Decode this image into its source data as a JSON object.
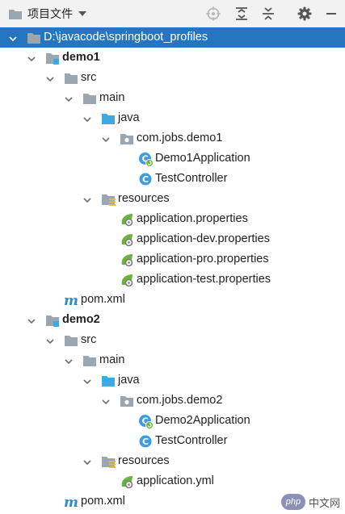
{
  "toolbar": {
    "title": "项目文件",
    "icons": [
      "folder-icon",
      "dropdown-arrow-icon",
      "locate-icon",
      "expand-all-icon",
      "collapse-all-icon",
      "gear-icon",
      "minimize-icon"
    ]
  },
  "tree": [
    {
      "label": "D:\\javacode\\springboot_profiles",
      "depth": 0,
      "chevron": "down",
      "icon": "folder",
      "selected": true,
      "bold": false
    },
    {
      "label": "demo1",
      "depth": 1,
      "chevron": "down",
      "icon": "module",
      "selected": false,
      "bold": true
    },
    {
      "label": "src",
      "depth": 2,
      "chevron": "down",
      "icon": "folder",
      "selected": false,
      "bold": false
    },
    {
      "label": "main",
      "depth": 3,
      "chevron": "down",
      "icon": "folder",
      "selected": false,
      "bold": false
    },
    {
      "label": "java",
      "depth": 4,
      "chevron": "down",
      "icon": "source-folder",
      "selected": false,
      "bold": false
    },
    {
      "label": "com.jobs.demo1",
      "depth": 5,
      "chevron": "down",
      "icon": "package",
      "selected": false,
      "bold": false
    },
    {
      "label": "Demo1Application",
      "depth": 6,
      "chevron": "none",
      "icon": "spring-class",
      "selected": false,
      "bold": false
    },
    {
      "label": "TestController",
      "depth": 6,
      "chevron": "none",
      "icon": "class",
      "selected": false,
      "bold": false
    },
    {
      "label": "resources",
      "depth": 4,
      "chevron": "down",
      "icon": "resources-folder",
      "selected": false,
      "bold": false
    },
    {
      "label": "application.properties",
      "depth": 5,
      "chevron": "none",
      "icon": "spring-config",
      "selected": false,
      "bold": false
    },
    {
      "label": "application-dev.properties",
      "depth": 5,
      "chevron": "none",
      "icon": "spring-config",
      "selected": false,
      "bold": false
    },
    {
      "label": "application-pro.properties",
      "depth": 5,
      "chevron": "none",
      "icon": "spring-config",
      "selected": false,
      "bold": false
    },
    {
      "label": "application-test.properties",
      "depth": 5,
      "chevron": "none",
      "icon": "spring-config",
      "selected": false,
      "bold": false
    },
    {
      "label": "pom.xml",
      "depth": 2,
      "chevron": "none",
      "icon": "maven",
      "selected": false,
      "bold": false
    },
    {
      "label": "demo2",
      "depth": 1,
      "chevron": "down",
      "icon": "module",
      "selected": false,
      "bold": true
    },
    {
      "label": "src",
      "depth": 2,
      "chevron": "down",
      "icon": "folder",
      "selected": false,
      "bold": false
    },
    {
      "label": "main",
      "depth": 3,
      "chevron": "down",
      "icon": "folder",
      "selected": false,
      "bold": false
    },
    {
      "label": "java",
      "depth": 4,
      "chevron": "down",
      "icon": "source-folder",
      "selected": false,
      "bold": false
    },
    {
      "label": "com.jobs.demo2",
      "depth": 5,
      "chevron": "down",
      "icon": "package",
      "selected": false,
      "bold": false
    },
    {
      "label": "Demo2Application",
      "depth": 6,
      "chevron": "none",
      "icon": "spring-class",
      "selected": false,
      "bold": false
    },
    {
      "label": "TestController",
      "depth": 6,
      "chevron": "none",
      "icon": "class",
      "selected": false,
      "bold": false
    },
    {
      "label": "resources",
      "depth": 4,
      "chevron": "down",
      "icon": "resources-folder",
      "selected": false,
      "bold": false
    },
    {
      "label": "application.yml",
      "depth": 5,
      "chevron": "none",
      "icon": "spring-config",
      "selected": false,
      "bold": false
    },
    {
      "label": "pom.xml",
      "depth": 2,
      "chevron": "none",
      "icon": "maven",
      "selected": false,
      "bold": false
    }
  ],
  "watermark": {
    "badge": "php",
    "text": "中文网"
  },
  "colors": {
    "selection": "#2675bf",
    "folder": "#9aa7b0",
    "source_folder": "#40a8e0",
    "class": "#3c9de0",
    "spring": "#6cb33e",
    "maven": "#2a8ecb",
    "resources_badge": "#e5b94f"
  }
}
